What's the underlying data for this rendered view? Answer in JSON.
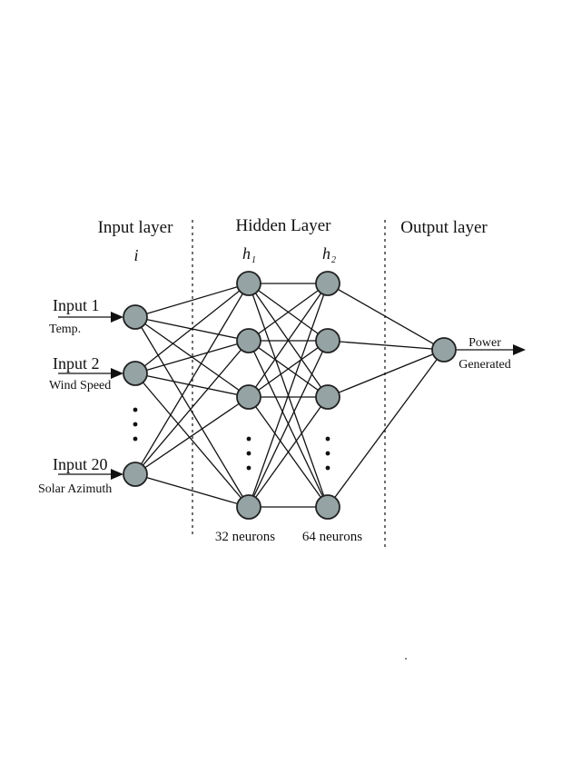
{
  "sections": {
    "input": "Input layer",
    "hidden": "Hidden Layer",
    "output": "Output layer"
  },
  "layer_symbols": {
    "input": "i",
    "h1_base": "h",
    "h1_sub": "1",
    "h2_base": "h",
    "h2_sub": "2"
  },
  "inputs": [
    {
      "label": "Input 1",
      "sublabel": "Temp."
    },
    {
      "label": "Input 2",
      "sublabel": "Wind Speed"
    },
    {
      "label": "Input 20",
      "sublabel": "Solar Azimuth"
    }
  ],
  "hidden_layers": [
    {
      "neurons_label": "32 neurons"
    },
    {
      "neurons_label": "64 neurons"
    }
  ],
  "output": {
    "label_line1": "Power",
    "label_line2": "Generated"
  },
  "colors": {
    "node_fill": "#95a3a4",
    "stroke": "#111111"
  }
}
